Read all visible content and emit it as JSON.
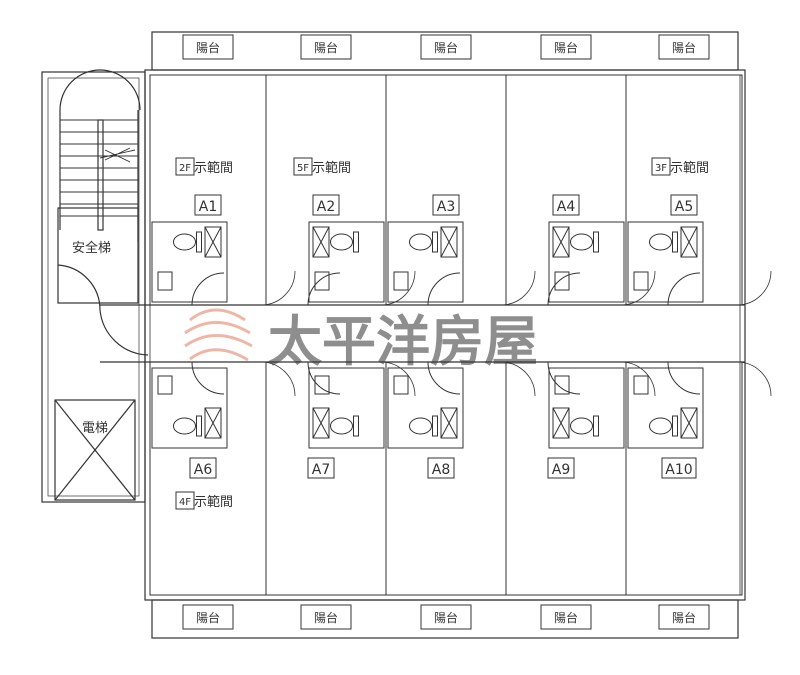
{
  "plan": {
    "balcony_label": "陽台",
    "stair_label": "安全梯",
    "elevator_label": "電梯",
    "watermark": "太平洋房屋",
    "top_units": [
      {
        "id": "A1",
        "note_floor": "2F",
        "note": "示範間"
      },
      {
        "id": "A2",
        "note_floor": "5F",
        "note": "示範間"
      },
      {
        "id": "A3"
      },
      {
        "id": "A4"
      },
      {
        "id": "A5",
        "note_floor": "3F",
        "note": "示範間"
      }
    ],
    "bottom_units": [
      {
        "id": "A6",
        "note_floor": "4F",
        "note": "示範間"
      },
      {
        "id": "A7"
      },
      {
        "id": "A8"
      },
      {
        "id": "A9"
      },
      {
        "id": "A10"
      }
    ],
    "colors": {
      "line": "#333333",
      "watermark": "#e07050",
      "watermark_text": "#9a9a9a"
    }
  }
}
